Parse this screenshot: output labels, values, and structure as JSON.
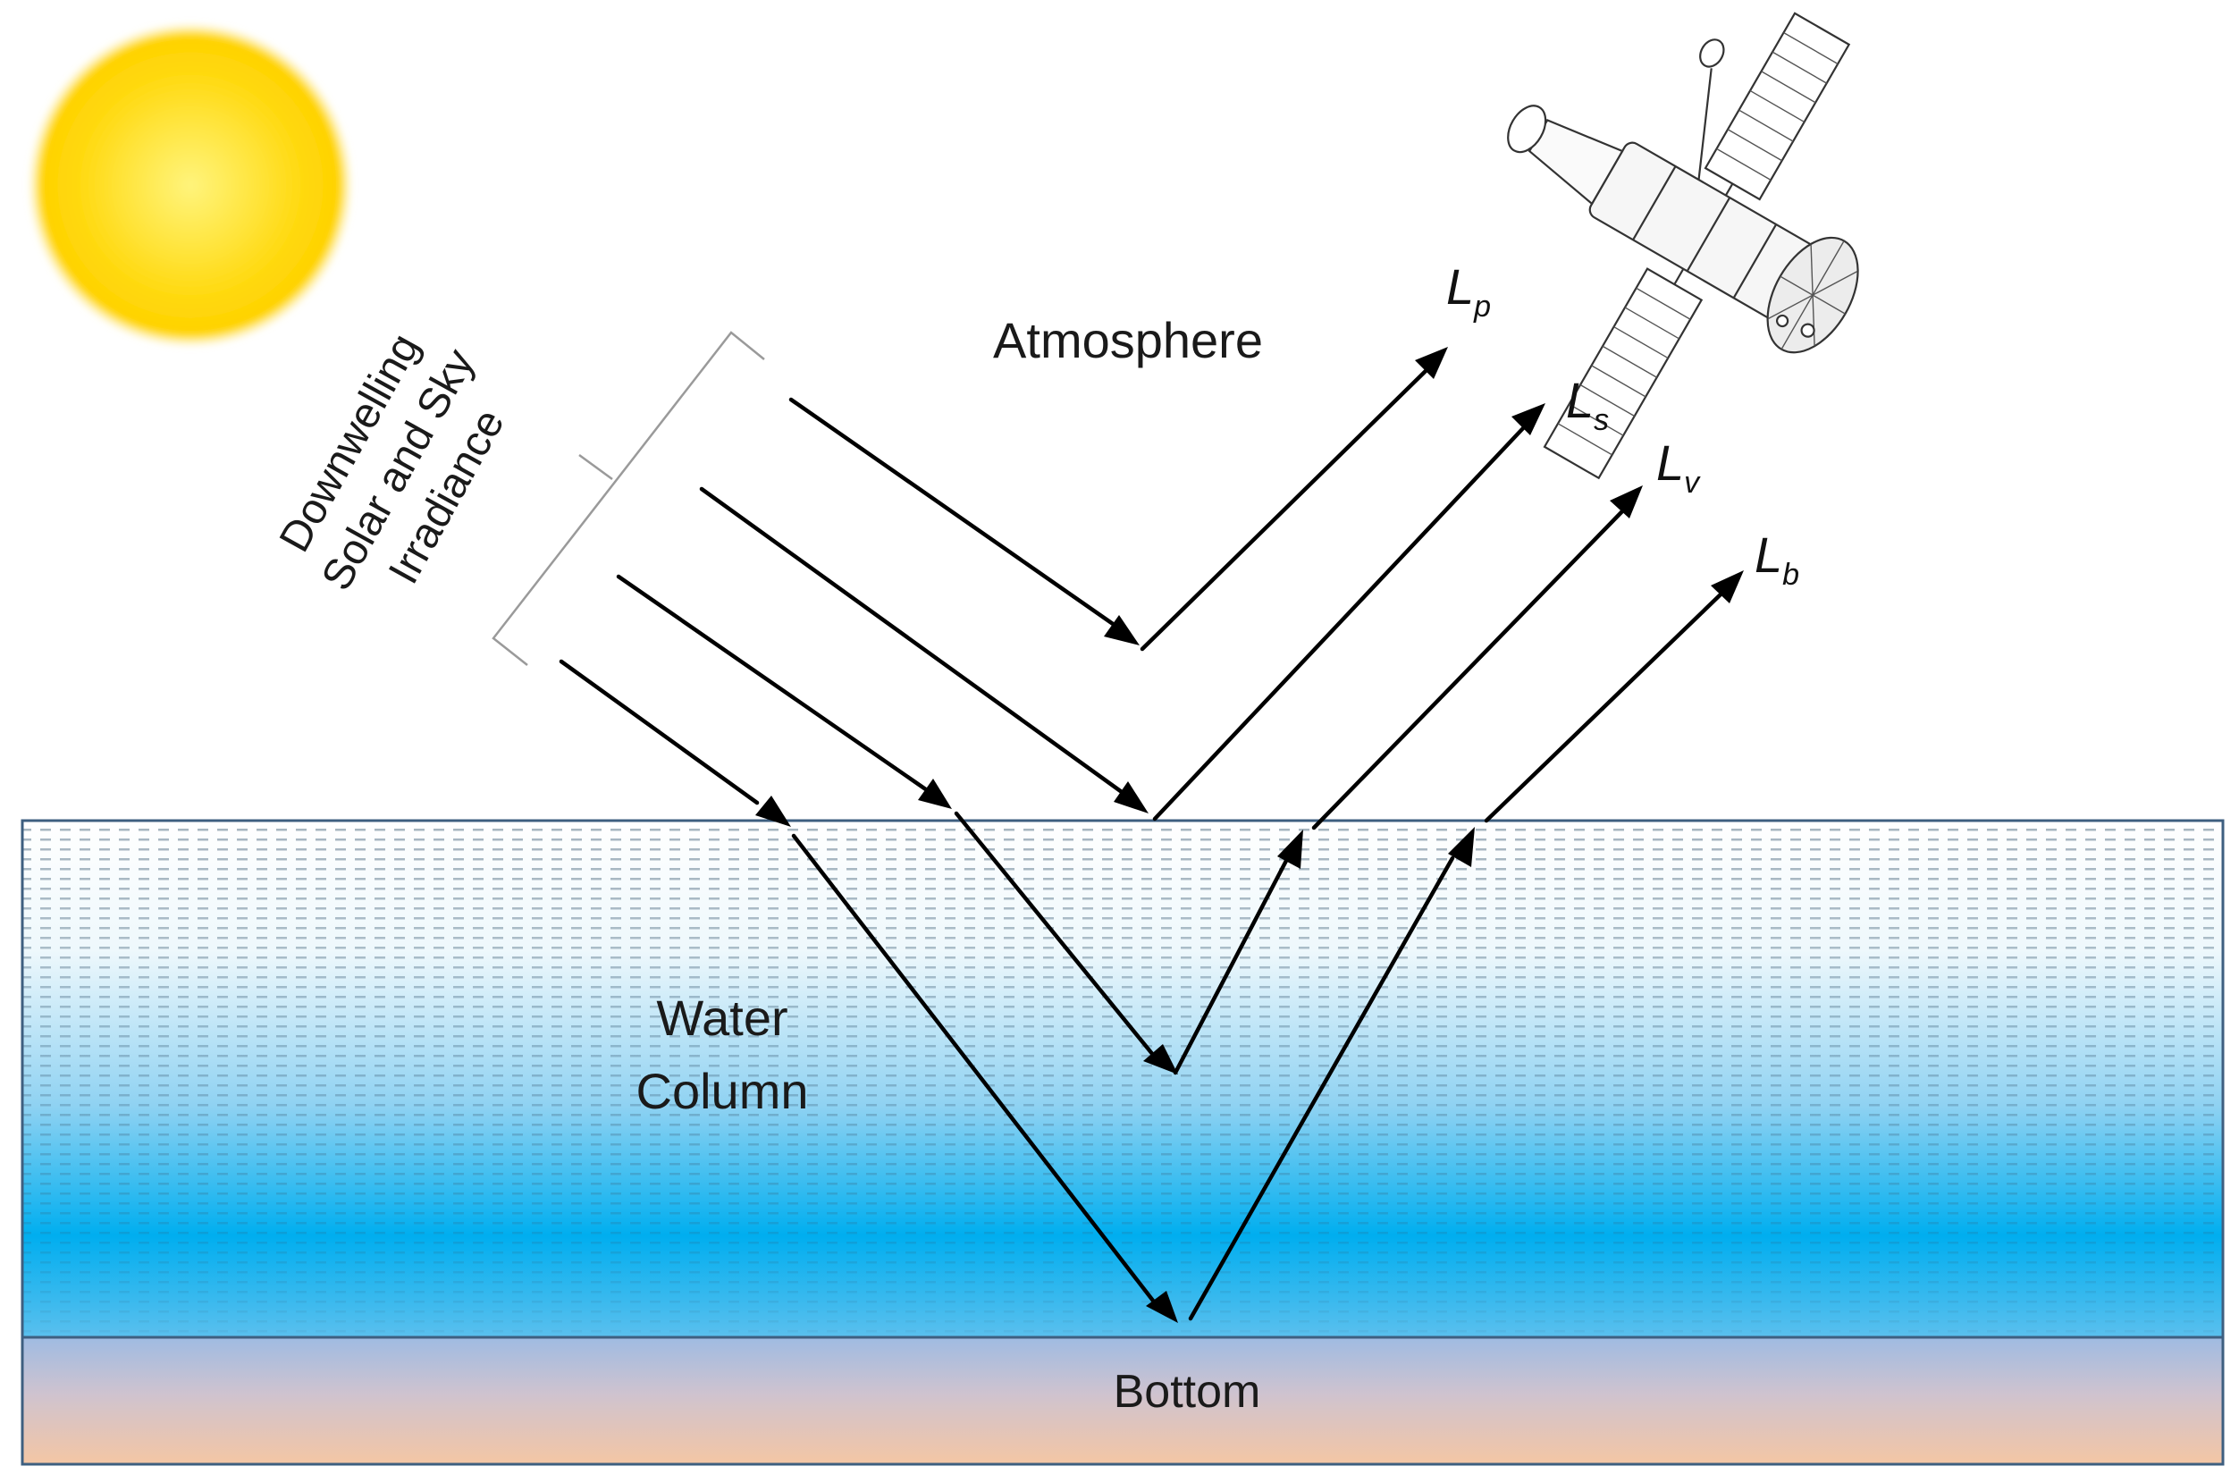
{
  "labels": {
    "irradiance_line1": "Downwelling",
    "irradiance_line2": "Solar and Sky",
    "irradiance_line3": "Irradiance",
    "atmosphere": "Atmosphere",
    "water_line1": "Water",
    "water_line2": "Column",
    "bottom": "Bottom"
  },
  "radiance": [
    {
      "symbol": "L",
      "subscript": "p"
    },
    {
      "symbol": "L",
      "subscript": "s"
    },
    {
      "symbol": "L",
      "subscript": "v"
    },
    {
      "symbol": "L",
      "subscript": "b"
    }
  ],
  "colors": {
    "sun_core": "#fff27a",
    "sun_edge": "#ffd200",
    "water_top": "#ffffff",
    "water_deep": "#00aeef",
    "bottom_top": "#9fbbe2",
    "bottom_base": "#f4c6a4",
    "arrows": "#000000"
  },
  "icons": {
    "sun": "sun-icon",
    "satellite": "satellite-icon"
  }
}
